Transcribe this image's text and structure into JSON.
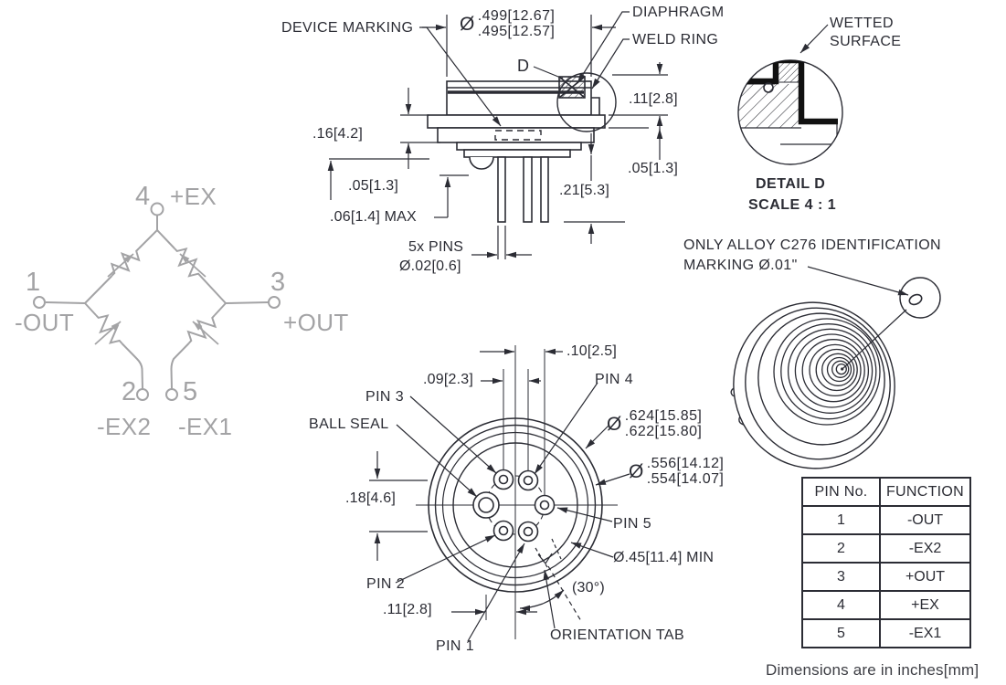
{
  "colors": {
    "ink": "#2b2c34",
    "bridge_gray": "#a3a3a5",
    "background": "#ffffff",
    "wetted_thick": "#111111"
  },
  "bridge": {
    "terminals": [
      {
        "num": "4",
        "signal": "+EX"
      },
      {
        "num": "1",
        "signal": "-OUT"
      },
      {
        "num": "3",
        "signal": "+OUT"
      },
      {
        "num": "2",
        "signal": "-EX2"
      },
      {
        "num": "5",
        "signal": "-EX1"
      }
    ]
  },
  "section": {
    "device_marking": "DEVICE MARKING",
    "diaphragm": "DIAPHRAGM",
    "weld_ring": "WELD RING",
    "detail_letter": "D",
    "dia_body": {
      "phi": "Ø",
      "line1": ".499[12.67]",
      "line2": ".495[12.57]"
    },
    "dim_16": ".16[4.2]",
    "dim_05_left": ".05[1.3]",
    "dim_06_max": ".06[1.4] MAX",
    "pins_qty": "5x PINS",
    "pins_dia": "Ø.02[0.6]",
    "dim_21": ".21[5.3]",
    "dim_11": ".11[2.8]",
    "dim_05_right": ".05[1.3]"
  },
  "detail_d": {
    "callout_line1": "WETTED",
    "callout_line2": "SURFACE",
    "title": "DETAIL D",
    "scale": "SCALE 4 : 1"
  },
  "iso": {
    "note_line1": "ONLY ALLOY C276 IDENTIFICATION",
    "note_line2": "MARKING Ø.01\""
  },
  "bottom_view": {
    "dim_10": ".10[2.5]",
    "dim_09": ".09[2.3]",
    "pin4": "PIN 4",
    "pin3": "PIN 3",
    "ball_seal": "BALL SEAL",
    "dim_18": ".18[4.6]",
    "dia_outer": {
      "phi": "Ø",
      "line1": ".624[15.85]",
      "line2": ".622[15.80]"
    },
    "dia_step": {
      "phi": "Ø",
      "line1": ".556[14.12]",
      "line2": ".554[14.07]"
    },
    "pin5": "PIN 5",
    "dia_min": "Ø.45[11.4] MIN",
    "angle": "(30°)",
    "pin2": "PIN 2",
    "dim_11": ".11[2.8]",
    "pin1": "PIN 1",
    "orientation_tab": "ORIENTATION TAB"
  },
  "pin_table": {
    "headers": [
      "PIN No.",
      "FUNCTION"
    ],
    "rows": [
      [
        "1",
        "-OUT"
      ],
      [
        "2",
        "-EX2"
      ],
      [
        "3",
        "+OUT"
      ],
      [
        "4",
        "+EX"
      ],
      [
        "5",
        "-EX1"
      ]
    ]
  },
  "footnote": "Dimensions are in inches[mm]"
}
